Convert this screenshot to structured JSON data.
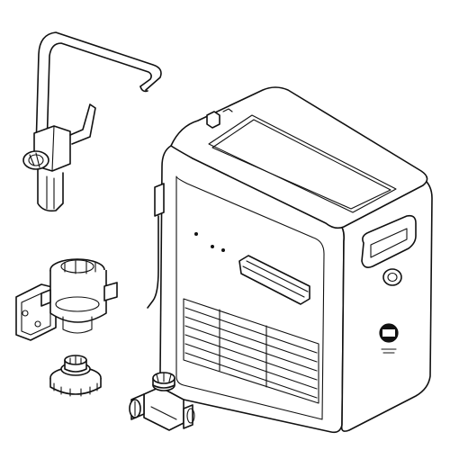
{
  "illustration": {
    "stroke_color": "#111111",
    "background_color": "#ffffff"
  },
  "components": [
    {
      "id": "faucet",
      "icon": "faucet-icon"
    },
    {
      "id": "water-unit",
      "icon": "water-purifier-icon"
    },
    {
      "id": "filter-head",
      "icon": "filter-head-icon"
    },
    {
      "id": "filter-cap",
      "icon": "filter-cap-icon"
    },
    {
      "id": "inlet-valve",
      "icon": "inlet-valve-icon"
    }
  ],
  "unit_markings": {
    "badge_text": "",
    "badge_caption": ""
  }
}
